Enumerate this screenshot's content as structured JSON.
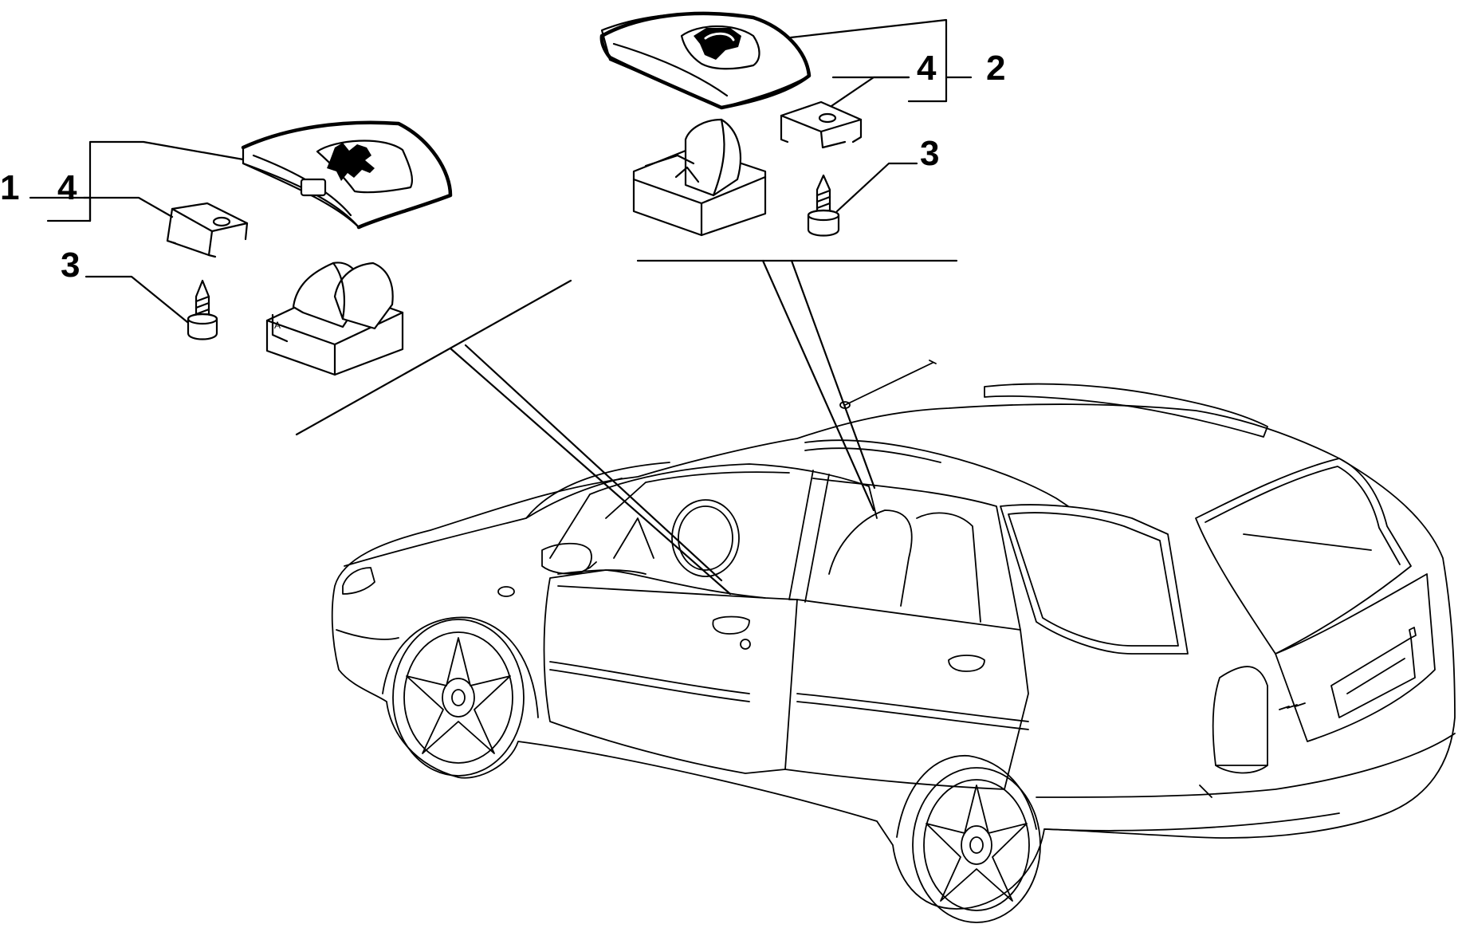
{
  "callouts": {
    "left_cover": "1",
    "left_clip": "4",
    "left_screw": "3",
    "right_cover": "2",
    "right_clip": "4",
    "right_screw": "3"
  },
  "colors": {
    "ink": "#000000",
    "paper": "#ffffff"
  },
  "icons": [
    "switch-cover",
    "window-switch",
    "mounting-clip",
    "self-tapping-screw",
    "station-wagon"
  ]
}
